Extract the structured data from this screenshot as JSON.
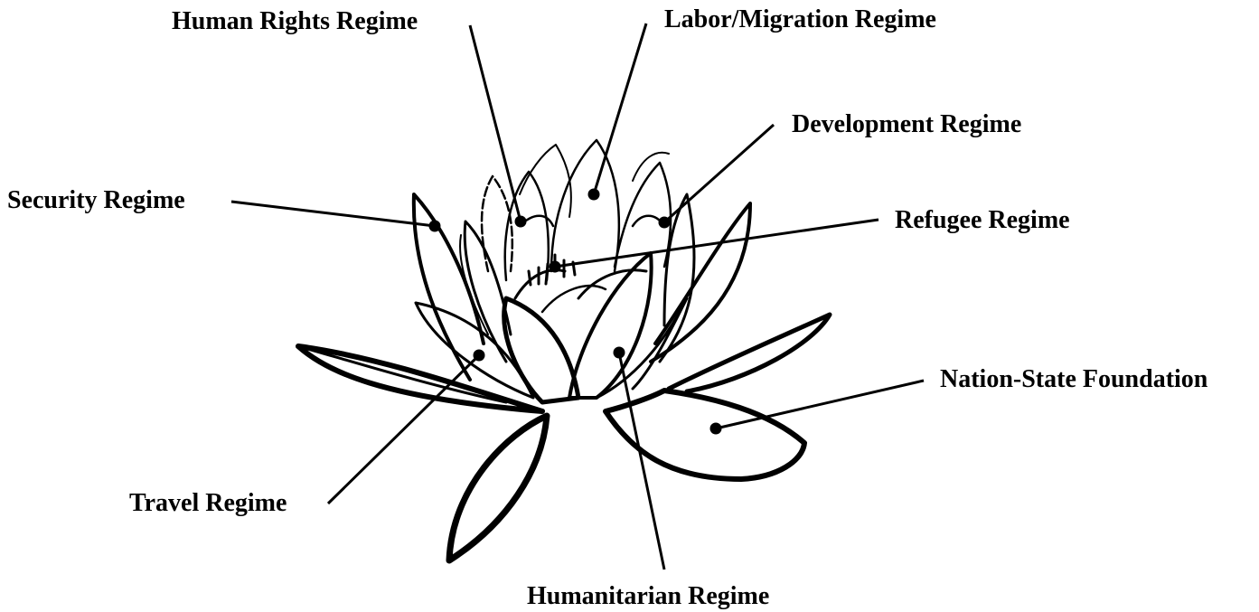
{
  "labels": {
    "human_rights": "Human Rights Regime",
    "labor_migration": "Labor/Migration Regime",
    "development": "Development Regime",
    "security": "Security Regime",
    "refugee": "Refugee Regime",
    "nation_state": "Nation-State Foundation",
    "travel": "Travel Regime",
    "humanitarian": "Humanitarian Regime"
  },
  "colors": {
    "ink": "#000000",
    "background": "#ffffff"
  }
}
